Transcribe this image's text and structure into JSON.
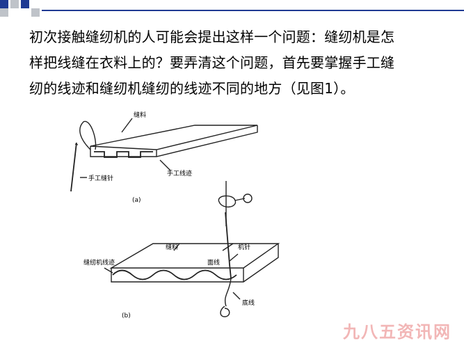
{
  "slide": {
    "lines": [
      "初次接触缝纫机的人可能会提出这样一个问题：缝纫机是怎",
      "样把线缝在衣料上的？要弄清这个问题，首先要掌握手工缝",
      "纫的线迹和缝纫机缝纫的线迹不同的地方（见图1）。"
    ]
  },
  "figure": {
    "a": {
      "label": "(a)",
      "fabric": "缝料",
      "needle": "手工缝针",
      "stitch": "手工线迹"
    },
    "b": {
      "label": "(b)",
      "fabric": "缝料",
      "needle": "机针",
      "top_thread": "面线",
      "stitch": "缝纫机线迹",
      "bottom_thread": "底线"
    }
  },
  "watermark": "九八五资讯网",
  "colors": {
    "accent": "#1f3a93",
    "secondary": "#bfc3c9",
    "watermark": "#f2b6b6"
  }
}
